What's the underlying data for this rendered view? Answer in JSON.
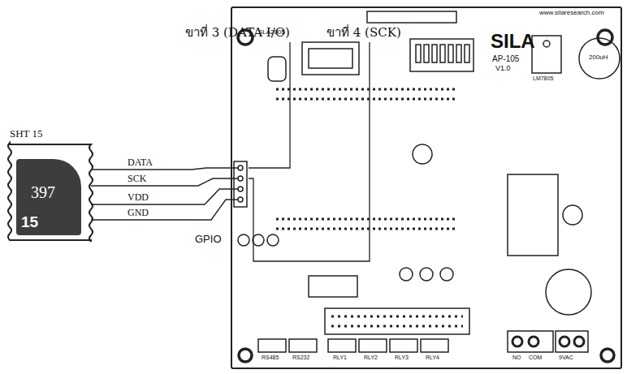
{
  "diagram": {
    "nodes": [
      {
        "text": [
          "SHT 15"
        ]
      },
      {
        "text": [
          "397",
          "15"
        ],
        "in": 0
      },
      {
        "text": [
          "SILA",
          "AP-105",
          "V1.0"
        ]
      }
    ],
    "edges": [
      {
        "from": 0,
        "to": 2,
        "label": "DATA",
        "arrow": "none"
      },
      {
        "from": 0,
        "to": 2,
        "label": "SCK",
        "arrow": "none"
      },
      {
        "from": 0,
        "to": 2,
        "label": "VDD",
        "arrow": "none"
      },
      {
        "from": 0,
        "to": 2,
        "label": "GND",
        "arrow": "none"
      }
    ],
    "labels": [
      "ขาที่ 3 (DATA I/O)",
      "ขาที่ 4 (SCK)",
      "GPIO",
      "SLA2005",
      "www.silaresearch.com",
      "LM7805",
      "200uH",
      "RS485",
      "RS232",
      "RLY1",
      "RLY2",
      "RLY3",
      "RLY4",
      "NO",
      "COM",
      "9VAC"
    ]
  }
}
